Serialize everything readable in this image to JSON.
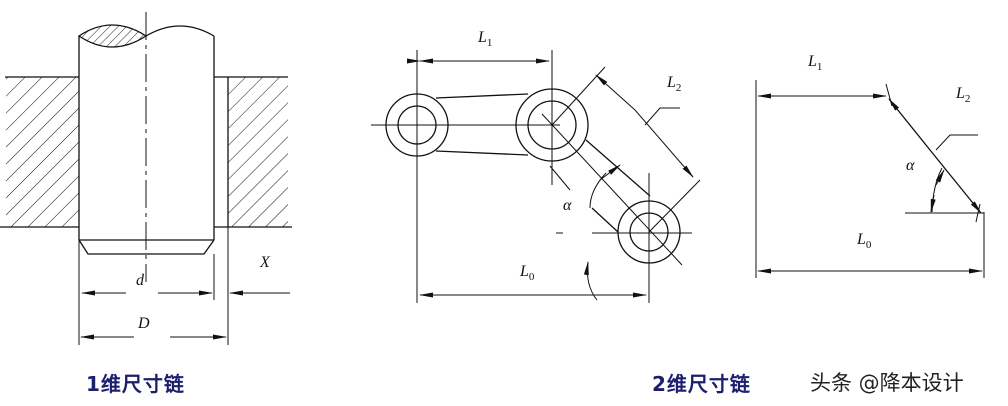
{
  "figure1": {
    "labels": {
      "d": "d",
      "D": "D",
      "X": "X"
    },
    "caption": "1维尺寸链"
  },
  "figure2": {
    "labels": {
      "L1": "L",
      "L1_sub": "1",
      "L2": "L",
      "L2_sub": "2",
      "L0": "L",
      "L0_sub": "0",
      "alpha": "α"
    },
    "caption": "2维尺寸链"
  },
  "figure3": {
    "labels": {
      "L1": "L",
      "L1_sub": "1",
      "L2": "L",
      "L2_sub": "2",
      "L0": "L",
      "L0_sub": "0",
      "alpha": "α"
    }
  },
  "watermark": "头条 @降本设计",
  "colors": {
    "caption": "#1c1f6e",
    "line": "#111111"
  }
}
